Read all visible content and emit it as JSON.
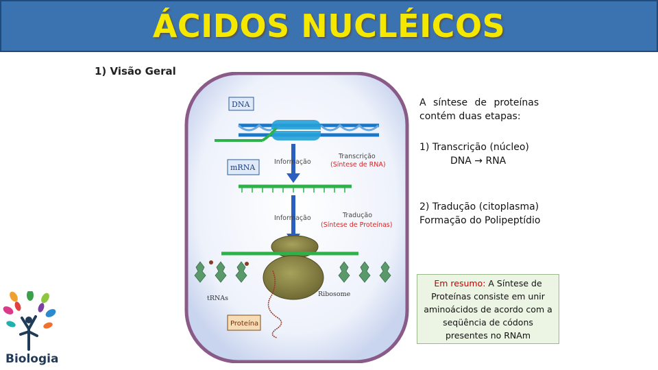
{
  "header": {
    "title": "ÁCIDOS NUCLÉICOS"
  },
  "section": {
    "heading": "1) Visão Geral"
  },
  "diagram": {
    "labels": {
      "dna": "DNA",
      "mrna": "mRNA",
      "info1": "Informação",
      "info2": "Informação",
      "transcricao": "Transcrição",
      "sintese_rna": "(Síntese de RNA)",
      "traducao": "Tradução",
      "sintese_proteinas": "(Síntese de Proteínas)",
      "trnas": "tRNAs",
      "ribosome": "Ribosome",
      "proteina": "Proteína"
    }
  },
  "info": {
    "intro_line1": "A síntese de proteínas",
    "intro_line2": "contém duas etapas:",
    "step1_line1": "1)  Transcrição (núcleo)",
    "step1_line2": "DNA → RNA",
    "step2_line1": "2)  Tradução (citoplasma)",
    "step2_line2": "Formação do Polipeptídio"
  },
  "summary": {
    "lead": "Em resumo:",
    "line1_rest": " A Síntese de",
    "line2": "Proteínas consiste em unir",
    "line3": "aminoácidos de acordo com a",
    "line4": "seqüência de códons",
    "line5": "presentes no RNAm"
  },
  "logo": {
    "text": "Biologia"
  },
  "colors": {
    "title_bg": "#3b73b0",
    "title_text": "#f5e800",
    "accent_red": "#c00000",
    "summary_bg": "#ecf4e4"
  }
}
